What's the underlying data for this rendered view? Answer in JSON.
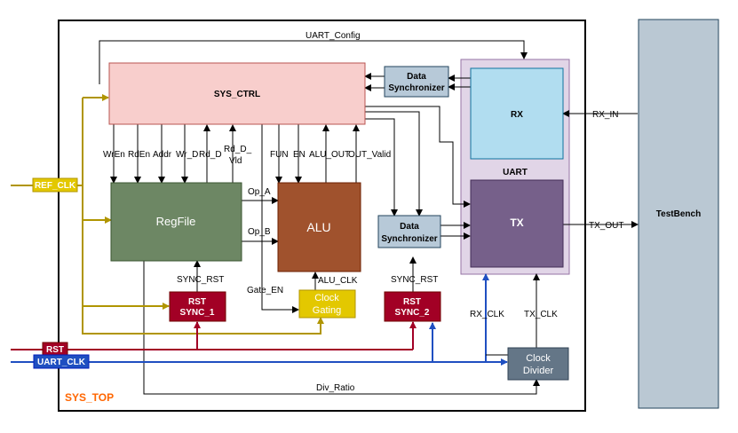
{
  "blocks": {
    "sys_ctrl": "SYS_CTRL",
    "data_sync_top_1": "Data",
    "data_sync_top_2": "Synchronizer",
    "rx": "RX",
    "uart": "UART",
    "tx": "TX",
    "testbench": "TestBench",
    "regfile": "RegFile",
    "alu": "ALU",
    "data_sync_mid_1": "Data",
    "data_sync_mid_2": "Synchronizer",
    "rst_sync1_1": "RST",
    "rst_sync1_2": "SYNC_1",
    "clock_gating_1": "Clock",
    "clock_gating_2": "Gating",
    "rst_sync2_1": "RST",
    "rst_sync2_2": "SYNC_2",
    "clock_divider_1": "Clock",
    "clock_divider_2": "Divider",
    "sys_top": "SYS_TOP"
  },
  "signals": {
    "uart_config": "UART_Config",
    "rx_in": "RX_IN",
    "tx_out": "TX_OUT",
    "wren": "WrEn",
    "rden": "RdEn",
    "addr": "Addr",
    "wr_d": "Wr_D",
    "rd_d": "Rd_D",
    "rd_d_vld_1": "Rd_D_",
    "rd_d_vld_2": "Vld",
    "fun": "FUN",
    "en": "EN",
    "alu_out": "ALU_OUT",
    "out_valid": "OUT_Valid",
    "op_a": "Op_A",
    "op_b": "Op_B",
    "sync_rst_1": "SYNC_RST",
    "alu_clk": "ALU_CLK",
    "gate_en": "Gate_EN",
    "sync_rst_2": "SYNC_RST",
    "rx_clk": "RX_CLK",
    "tx_clk": "TX_CLK",
    "div_ratio": "Div_Ratio"
  },
  "inputs": {
    "ref_clk": "REF_CLK",
    "rst": "RST",
    "uart_clk": "UART_CLK"
  },
  "colors": {
    "sys_ctrl": "#f8cecc",
    "data_sync": "#b7c9d8",
    "uart_bg": "#e1d5e7",
    "rx": "#b1ddf0",
    "tx": "#76608a",
    "testbench": "#bac8d3",
    "regfile": "#6d8764",
    "alu": "#a0522d",
    "rst_sync": "#a20025",
    "clock_gating": "#e3c800",
    "clock_divider": "#647687",
    "ref_clk_line": "#b09500",
    "rst_line": "#a20025",
    "uart_clk_line": "#1f4fc1",
    "sys_top_label": "#ff6600"
  }
}
